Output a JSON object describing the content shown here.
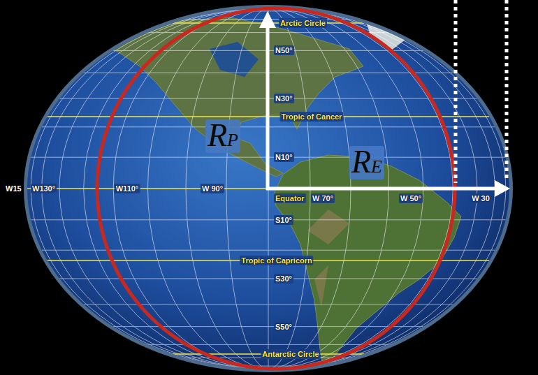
{
  "diagram": {
    "labels": [
      "Arctic Circle",
      "N50°",
      "N30°",
      "Tropic of Cancer",
      "RP",
      "N10°",
      "RE",
      "W15",
      "W130°",
      "W110°",
      "W 90°",
      "Equator",
      "W 70°",
      "W 50°",
      "W 30",
      "S10°",
      "Tropic of Capricorn",
      "S30°",
      "S50°",
      "Antarctic Circle"
    ]
  }
}
